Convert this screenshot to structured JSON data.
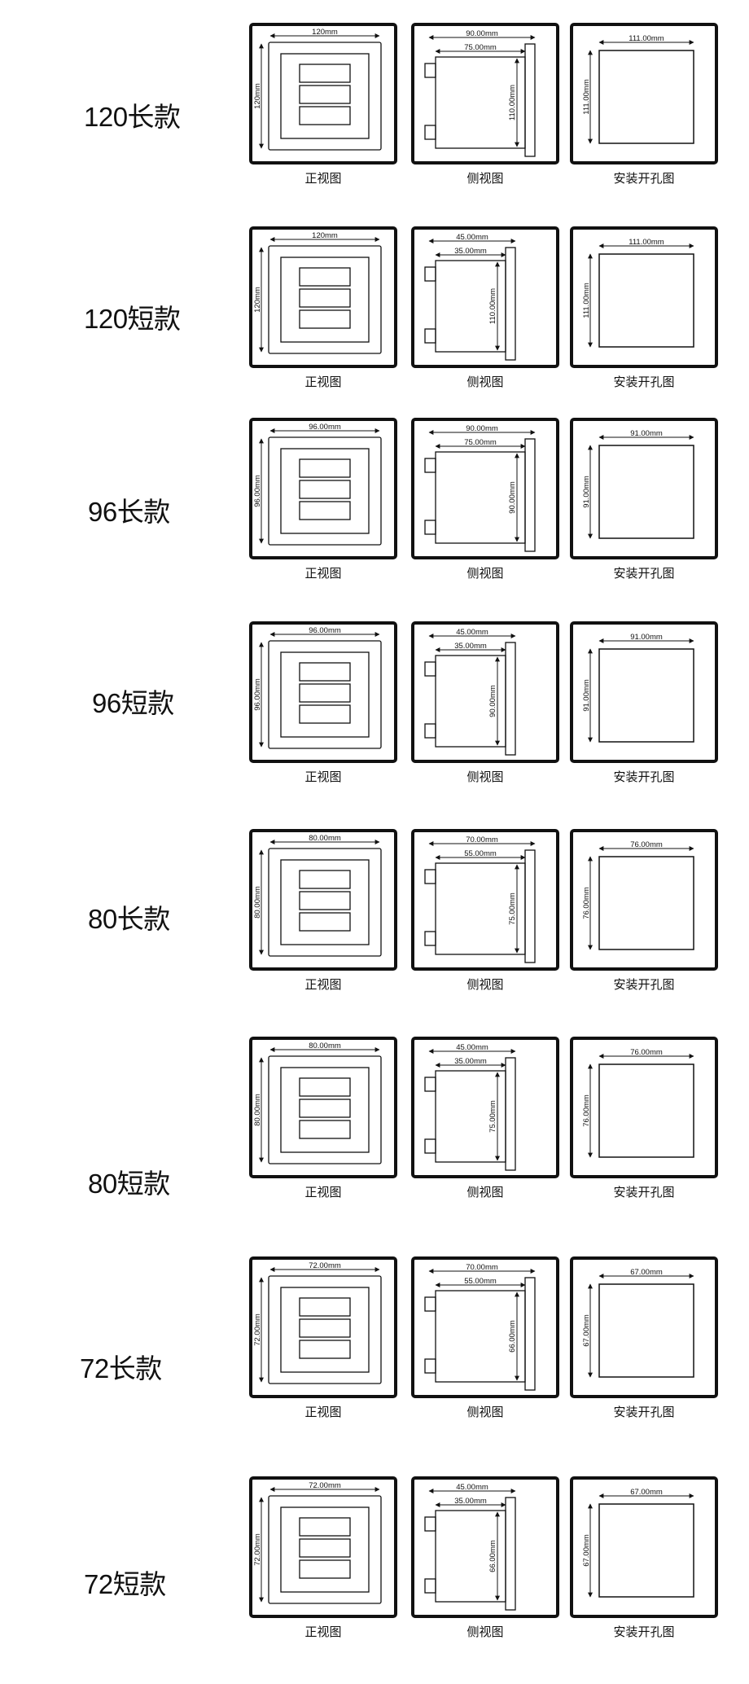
{
  "captions": {
    "front": "正视图",
    "side": "侧视图",
    "cutout": "安装开孔图"
  },
  "rows": [
    {
      "label": "120长款",
      "front": "120mm",
      "side_outer": "90.00mm",
      "side_inner": "75.00mm",
      "side_height": "110.00mm",
      "cutout": "111.00mm",
      "variant": "long"
    },
    {
      "label": "120短款",
      "front": "120mm",
      "side_outer": "45.00mm",
      "side_inner": "35.00mm",
      "side_height": "110.00mm",
      "cutout": "111.00mm",
      "variant": "short"
    },
    {
      "label": "96长款",
      "front": "96.00mm",
      "side_outer": "90.00mm",
      "side_inner": "75.00mm",
      "side_height": "90.00mm",
      "cutout": "91.00mm",
      "variant": "long"
    },
    {
      "label": "96短款",
      "front": "96.00mm",
      "side_outer": "45.00mm",
      "side_inner": "35.00mm",
      "side_height": "90.00mm",
      "cutout": "91.00mm",
      "variant": "short"
    },
    {
      "label": "80长款",
      "front": "80.00mm",
      "side_outer": "70.00mm",
      "side_inner": "55.00mm",
      "side_height": "75.00mm",
      "cutout": "76.00mm",
      "variant": "long"
    },
    {
      "label": "80短款",
      "front": "80.00mm",
      "side_outer": "45.00mm",
      "side_inner": "35.00mm",
      "side_height": "75.00mm",
      "cutout": "76.00mm",
      "variant": "short"
    },
    {
      "label": "72长款",
      "front": "72.00mm",
      "side_outer": "70.00mm",
      "side_inner": "55.00mm",
      "side_height": "66.00mm",
      "cutout": "67.00mm",
      "variant": "long"
    },
    {
      "label": "72短款",
      "front": "72.00mm",
      "side_outer": "45.00mm",
      "side_inner": "35.00mm",
      "side_height": "66.00mm",
      "cutout": "67.00mm",
      "variant": "short"
    }
  ]
}
